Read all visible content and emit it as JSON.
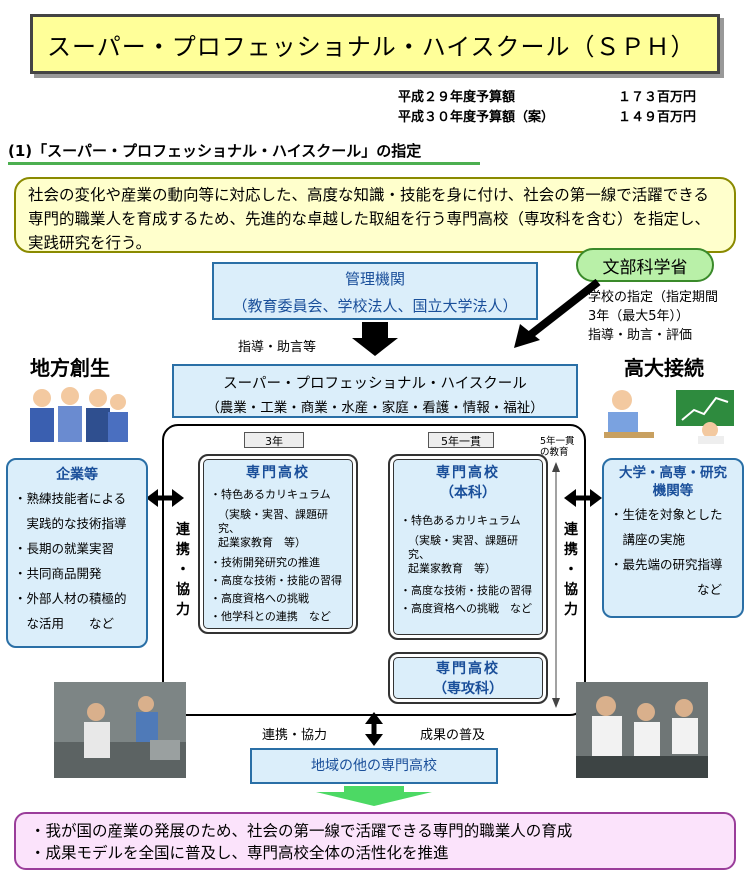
{
  "title": "スーパー・プロフェッショナル・ハイスクール（ＳＰＨ）",
  "budget": [
    {
      "label": "平成２９年度予算額",
      "value": "１７３百万円"
    },
    {
      "label": "平成３０年度予算額（案）",
      "value": "１４９百万円"
    }
  ],
  "section_title": "(1)「スーパー・プロフェッショナル・ハイスクール」の指定",
  "intro_text": "社会の変化や産業の動向等に対応した、高度な知識・技能を身に付け、社会の第一線で活躍できる専門的職業人を育成するため、先進的な卓越した取組を行う専門高校（専攻科を含む）を指定し、実践研究を行う。",
  "admin": {
    "title": "管理機関",
    "subtitle": "（教育委員会、学校法人、国立大学法人）"
  },
  "mext": {
    "title": "文部科学省",
    "note_lines": [
      "学校の指定（指定期間",
      "3年（最大5年））",
      "指導・助言・評価"
    ]
  },
  "guidance_label": "指導・助言等",
  "regional_label": "地方創生",
  "hs_univ_label": "高大接続",
  "sph": {
    "title": "スーパー・プロフェッショナル・ハイスクール",
    "fields": "（農業・工業・商業・水産・家庭・看護・情報・福祉）"
  },
  "tags": {
    "three_year": "3年",
    "five_year": "5年一貫",
    "five_year_edu_1": "5年一貫",
    "five_year_edu_2": "の教育"
  },
  "company": {
    "title": "企業等",
    "items": [
      "・熟練技能者による",
      "　実践的な技術指導",
      "・長期の就業実習",
      "・共同商品開発",
      "・外部人材の積極的",
      "　な活用　　など"
    ]
  },
  "univ": {
    "title_1": "大学・高専・研究",
    "title_2": "機関等",
    "items": [
      "・生徒を対象とした",
      "　講座の実施",
      "・最先端の研究指導",
      "など"
    ]
  },
  "school3": {
    "title": "専門高校",
    "items": [
      "・特色あるカリキュラム",
      "（実験・実習、課題研究、",
      "起業家教育　等）",
      "・技術開発研究の推進",
      "・高度な技術・技能の習得",
      "・高度資格への挑戦",
      "・他学科との連携　など"
    ]
  },
  "school5": {
    "title": "専門高校",
    "subtitle": "（本科）",
    "items": [
      "・特色あるカリキュラム",
      "（実験・実習、課題研究、",
      "起業家教育　等）",
      "・高度な技術・技能の習得",
      "・高度資格への挑戦　など"
    ]
  },
  "advanced": {
    "title": "専門高校",
    "subtitle": "（専攻科）"
  },
  "cooperation_vertical": [
    "連",
    "携",
    "・",
    "協",
    "力"
  ],
  "cooperation_label": "連携・協力",
  "dissemination_label": "成果の普及",
  "other_schools": "地域の他の専門高校",
  "outcomes": [
    "・我が国の産業の発展のため、社会の第一線で活躍できる専門的職業人の育成",
    "・成果モデルを全国に普及し、専門高校全体の活性化を推進"
  ],
  "colors": {
    "title_bg": "#ffff99",
    "blue_box": "#dbeefa",
    "green_line": "#4caf50",
    "outcome_bg": "#fbe3fb"
  }
}
